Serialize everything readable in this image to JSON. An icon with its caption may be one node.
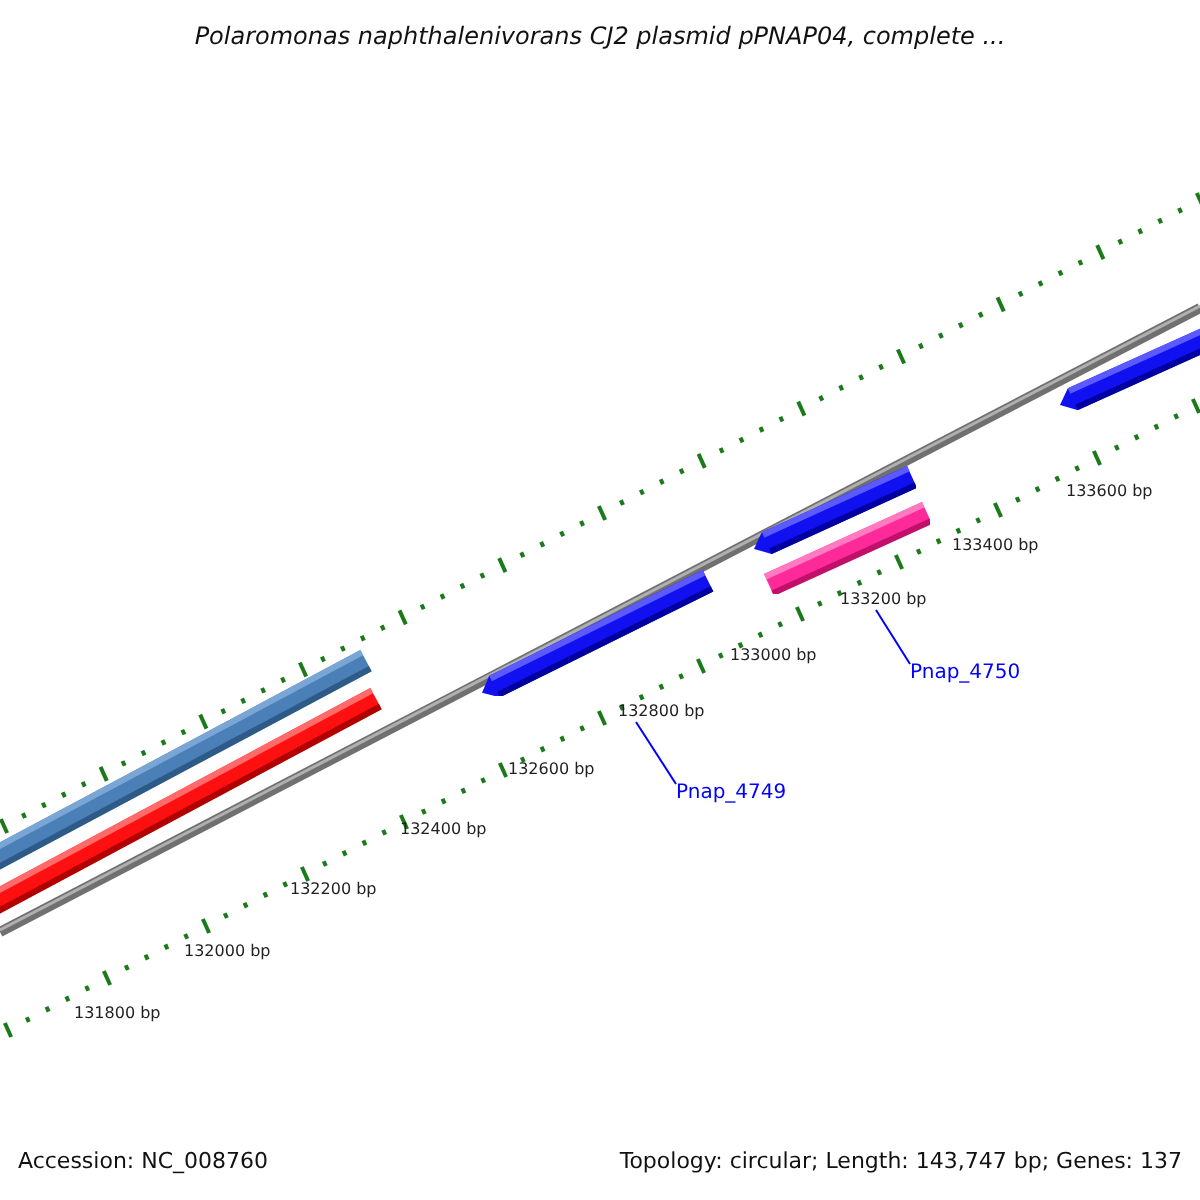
{
  "diagram": {
    "title": "Polaromonas naphthalenivorans CJ2 plasmid pPNAP04, complete ...",
    "nodes": [
      {
        "text": [],
        "shape": "bar"
      },
      {
        "text": [],
        "shape": "bar"
      },
      {
        "text": [],
        "shape": "bar"
      },
      {
        "text": [],
        "shape": "bar"
      },
      {
        "text": [],
        "shape": "bar"
      },
      {
        "text": [],
        "shape": "bar"
      },
      {
        "text": [
          "Pnap_4749"
        ]
      },
      {
        "text": [
          "Pnap_4750"
        ]
      },
      {
        "text": [
          "132800 bp"
        ]
      },
      {
        "text": [
          "133200 bp"
        ]
      }
    ],
    "edges": [
      {
        "from": 6,
        "to": 8,
        "arrow": "none"
      },
      {
        "from": 7,
        "to": 9,
        "arrow": "none"
      }
    ],
    "labels": [
      "131800 bp",
      "132000 bp",
      "132200 bp",
      "132400 bp",
      "132600 bp",
      "133000 bp",
      "133400 bp",
      "133600 bp",
      "Accession: NC_008760",
      "Topology: circular; Length: 143,747 bp; Genes: 137"
    ]
  }
}
